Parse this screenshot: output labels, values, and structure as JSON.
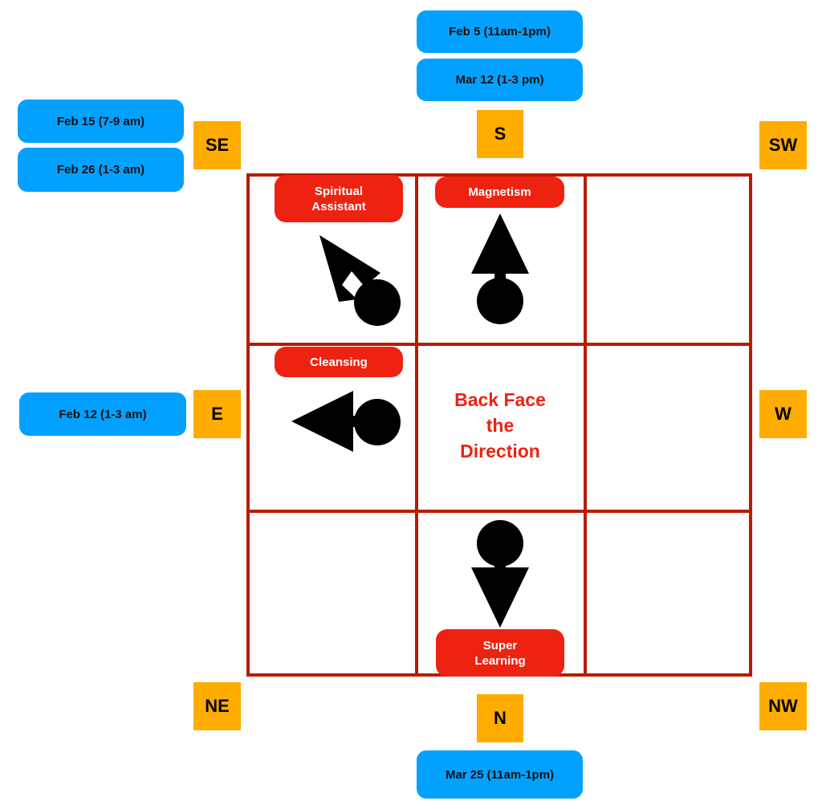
{
  "colors": {
    "time_pill": "#03A1FF",
    "direction_box": "#FFAC00",
    "grid_border": "#B81B00",
    "label_pill": "#EE2211",
    "center_text": "#EE2211"
  },
  "directions": {
    "se": "SE",
    "s": "S",
    "sw": "SW",
    "e": "E",
    "w": "W",
    "ne": "NE",
    "n": "N",
    "nw": "NW"
  },
  "times": {
    "south": [
      "Feb 5 (11am-1pm)",
      "Mar 12 (1-3 pm)"
    ],
    "southeast": [
      "Feb 15 (7-9 am)",
      "Feb 26 (1-3 am)"
    ],
    "east": [
      "Feb 12 (1-3 am)"
    ],
    "north": [
      "Mar 25 (11am-1pm)"
    ]
  },
  "cells": {
    "se": {
      "label": "Spiritual Assistant",
      "icon": "person-arrow-diagonal-icon"
    },
    "s": {
      "label": "Magnetism",
      "icon": "person-arrow-up-icon"
    },
    "e": {
      "label": "Cleansing",
      "icon": "person-arrow-left-icon"
    },
    "n": {
      "label": "Super Learning",
      "icon": "person-arrow-down-icon"
    },
    "center": {
      "text_line1": "Back Face",
      "text_line2": "the",
      "text_line3": "Direction"
    }
  }
}
